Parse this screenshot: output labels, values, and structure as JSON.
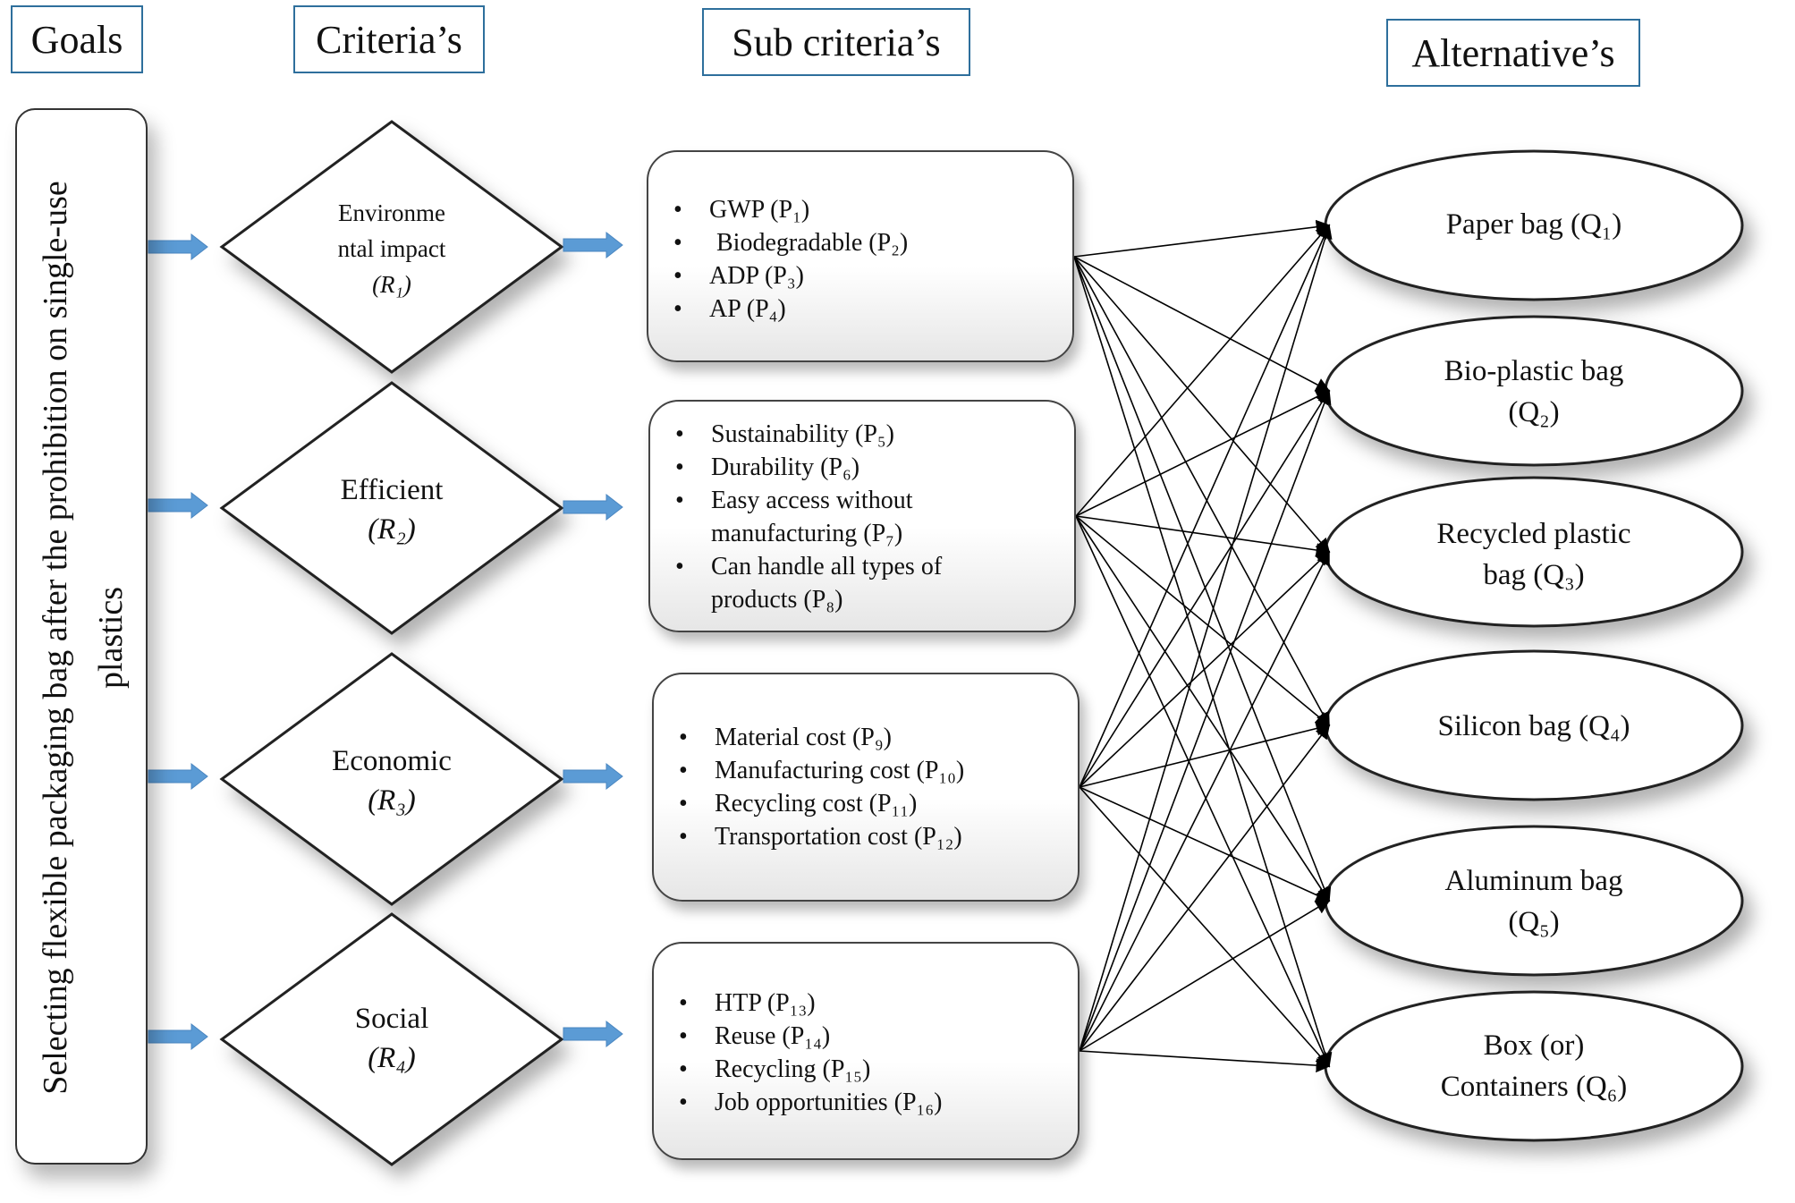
{
  "headers": {
    "goals": "Goals",
    "criteria": "Criteria’s",
    "sub_criteria": "Sub criteria’s",
    "alternatives": "Alternative’s"
  },
  "goal": {
    "line1": "Selecting flexible packaging bag after the prohibition on single-use",
    "line2": "plastics"
  },
  "criteria": [
    {
      "name_line1": "Environme",
      "name_line2": "ntal impact",
      "symbol": "(R₁)"
    },
    {
      "name_line1": "Efficient",
      "name_line2": "",
      "symbol": "(R₂)"
    },
    {
      "name_line1": "Economic",
      "name_line2": "",
      "symbol": "(R₃)"
    },
    {
      "name_line1": "Social",
      "name_line2": "",
      "symbol": "(R₄)"
    }
  ],
  "sub_criteria": [
    [
      "GWP  (P₁)",
      "Biodegradable  (P₂)",
      "ADP  (P₃)",
      "AP  (P₄)"
    ],
    [
      "Sustainability  (P₅)",
      "Durability  (P₆)",
      "Easy access without manufacturing  (P₇)",
      "Can handle all types of products  (P₈)"
    ],
    [
      "Material cost  (P₉)",
      "Manufacturing cost  (P₁₀)",
      "Recycling cost  (P₁₁)",
      "Transportation cost  (P₁₂)"
    ],
    [
      "HTP  (P₁₃)",
      "Reuse  (P₁₄)",
      "Recycling  (P₁₅)",
      "Job opportunities  (P₁₆)"
    ]
  ],
  "alternatives": [
    {
      "line1": "Paper bag  (Q₁)",
      "line2": ""
    },
    {
      "line1": "Bio-plastic bag",
      "line2": "(Q₂)"
    },
    {
      "line1": "Recycled plastic",
      "line2": "bag  (Q₃)"
    },
    {
      "line1": "Silicon bag  (Q₄)",
      "line2": ""
    },
    {
      "line1": "Aluminum bag",
      "line2": "(Q₅)"
    },
    {
      "line1": "Box (or)",
      "line2": "Containers  (Q₆)"
    }
  ],
  "colors": {
    "header_border": "#2e6f9c",
    "arrow_fill": "#5b9bd5",
    "outline": "#222222"
  }
}
